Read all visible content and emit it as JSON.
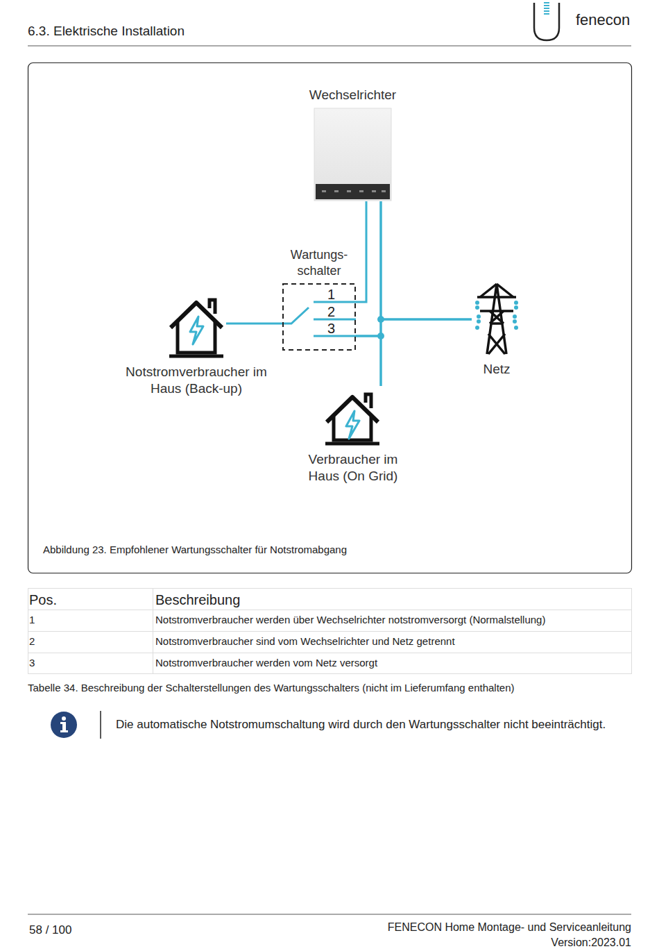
{
  "diagram": {
    "title": "6.3. Elektrische Installation",
    "caption": "Abbildung 23. Empfohlener Wartungsschalter für Notstromabgang",
    "nodes": [
      {
        "text": [
          "Wechselrichter"
        ]
      },
      {
        "text": [
          "Wartungs- schalter"
        ]
      },
      {
        "text": [
          "Notstromverbraucher im Haus (Back-up)"
        ]
      },
      {
        "text": [
          "Netz"
        ]
      },
      {
        "text": [
          "Verbraucher im Haus (On Grid)"
        ]
      }
    ],
    "edges": [
      {
        "from": 0,
        "to": 1,
        "arrow": "none"
      },
      {
        "from": 0,
        "to": 3,
        "arrow": "none"
      },
      {
        "from": 0,
        "to": 4,
        "arrow": "none"
      },
      {
        "from": 1,
        "to": 3,
        "arrow": "none"
      },
      {
        "from": 1,
        "to": 4,
        "arrow": "none"
      },
      {
        "from": 1,
        "to": 2,
        "arrow": "none"
      }
    ],
    "labels": [
      "fenecon",
      "1",
      "2",
      "3",
      "Pos.",
      "Beschreibung",
      "1",
      "Notstromverbraucher werden über Wechselrichter notstromversorgt (Normalstellung)",
      "2",
      "Notstromverbraucher sind vom Wechselrichter und Netz getrennt",
      "3",
      "Notstromverbraucher werden vom Netz versorgt",
      "Tabelle 34. Beschreibung der Schalterstellungen des Wartungsschalters (nicht im Lieferumfang enthalten)",
      "Die automatische Notstromumschaltung wird durch den Wartungsschalter nicht beeinträchtigt.",
      "58 / 100",
      "FENECON Home Montage- und Serviceanleitung",
      "Version:2023.01"
    ]
  }
}
